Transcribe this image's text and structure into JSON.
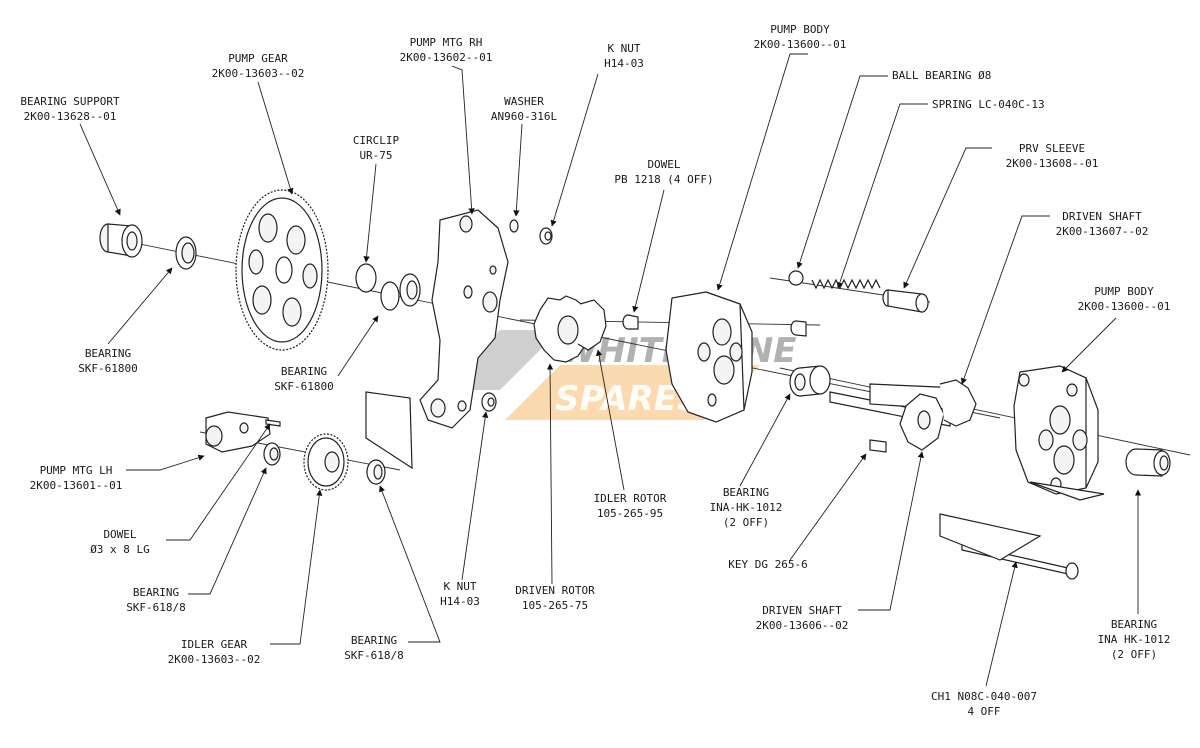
{
  "watermark": {
    "line1": "WHITE LANE",
    "line2": "SPARES",
    "color_dark": "#6b6b6b",
    "color_accent": "#f4a63a"
  },
  "labels": {
    "bearing_support": {
      "name": "BEARING SUPPORT",
      "code": "2K00-13628--01"
    },
    "pump_gear": {
      "name": "PUMP GEAR",
      "code": "2K00-13603--02"
    },
    "pump_mtg_rh": {
      "name": "PUMP MTG RH",
      "code": "2K00-13602--01"
    },
    "k_nut_top": {
      "name": "K NUT",
      "code": "H14-03"
    },
    "washer": {
      "name": "WASHER",
      "code": "AN960-316L"
    },
    "circlip": {
      "name": "CIRCLIP",
      "code": "UR-75"
    },
    "dowel_top": {
      "name": "DOWEL",
      "code": "PB 1218 (4 OFF)"
    },
    "pump_body_top": {
      "name": "PUMP BODY",
      "code": "2K00-13600--01"
    },
    "ball_bearing": {
      "name": "BALL BEARING Ø8"
    },
    "spring": {
      "name": "SPRING LC-040C-13"
    },
    "prv_sleeve": {
      "name": "PRV SLEEVE",
      "code": "2K00-13608--01"
    },
    "driven_shaft_top": {
      "name": "DRIVEN SHAFT",
      "code": "2K00-13607--02"
    },
    "pump_body_right": {
      "name": "PUMP BODY",
      "code": "2K00-13600--01"
    },
    "bearing_61800_a": {
      "name": "BEARING",
      "code": "SKF-61800"
    },
    "bearing_61800_b": {
      "name": "BEARING",
      "code": "SKF-61800"
    },
    "pump_mtg_lh": {
      "name": "PUMP MTG LH",
      "code": "2K00-13601--01"
    },
    "dowel_small": {
      "name": "DOWEL",
      "code": "Ø3 x 8 LG"
    },
    "bearing_618_a": {
      "name": "BEARING",
      "code": "SKF-618/8"
    },
    "idler_gear": {
      "name": "IDLER GEAR",
      "code": "2K00-13603--02"
    },
    "bearing_618_b": {
      "name": "BEARING",
      "code": "SKF-618/8"
    },
    "k_nut_bottom": {
      "name": "K NUT",
      "code": "H14-03"
    },
    "driven_rotor": {
      "name": "DRIVEN ROTOR",
      "code": "105-265-75"
    },
    "idler_rotor": {
      "name": "IDLER ROTOR",
      "code": "105-265-95"
    },
    "bearing_ina_a": {
      "name": "BEARING",
      "code": "INA-HK-1012",
      "qty": "(2 OFF)"
    },
    "key": {
      "name": "KEY DG 265-6"
    },
    "driven_shaft_bottom": {
      "name": "DRIVEN SHAFT",
      "code": "2K00-13606--02"
    },
    "bearing_ina_b": {
      "name": "BEARING",
      "code": "INA HK-1012",
      "qty": "(2 OFF)"
    },
    "bolt": {
      "name": "CH1 N08C-040-007",
      "qty": "4 OFF"
    }
  }
}
